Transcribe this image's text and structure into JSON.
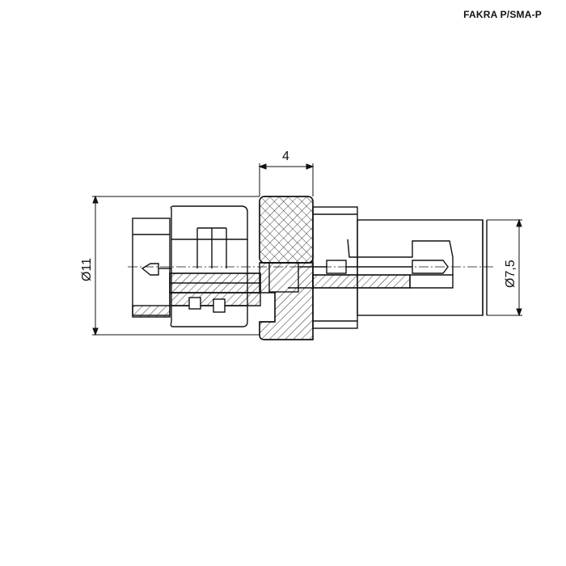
{
  "header": {
    "title": "FAKRA P/SMA-P"
  },
  "dimensions": {
    "width_top": "4",
    "diameter_left": "Ø11",
    "diameter_right": "Ø7,5"
  },
  "colors": {
    "line": "#111111",
    "background": "#ffffff"
  }
}
